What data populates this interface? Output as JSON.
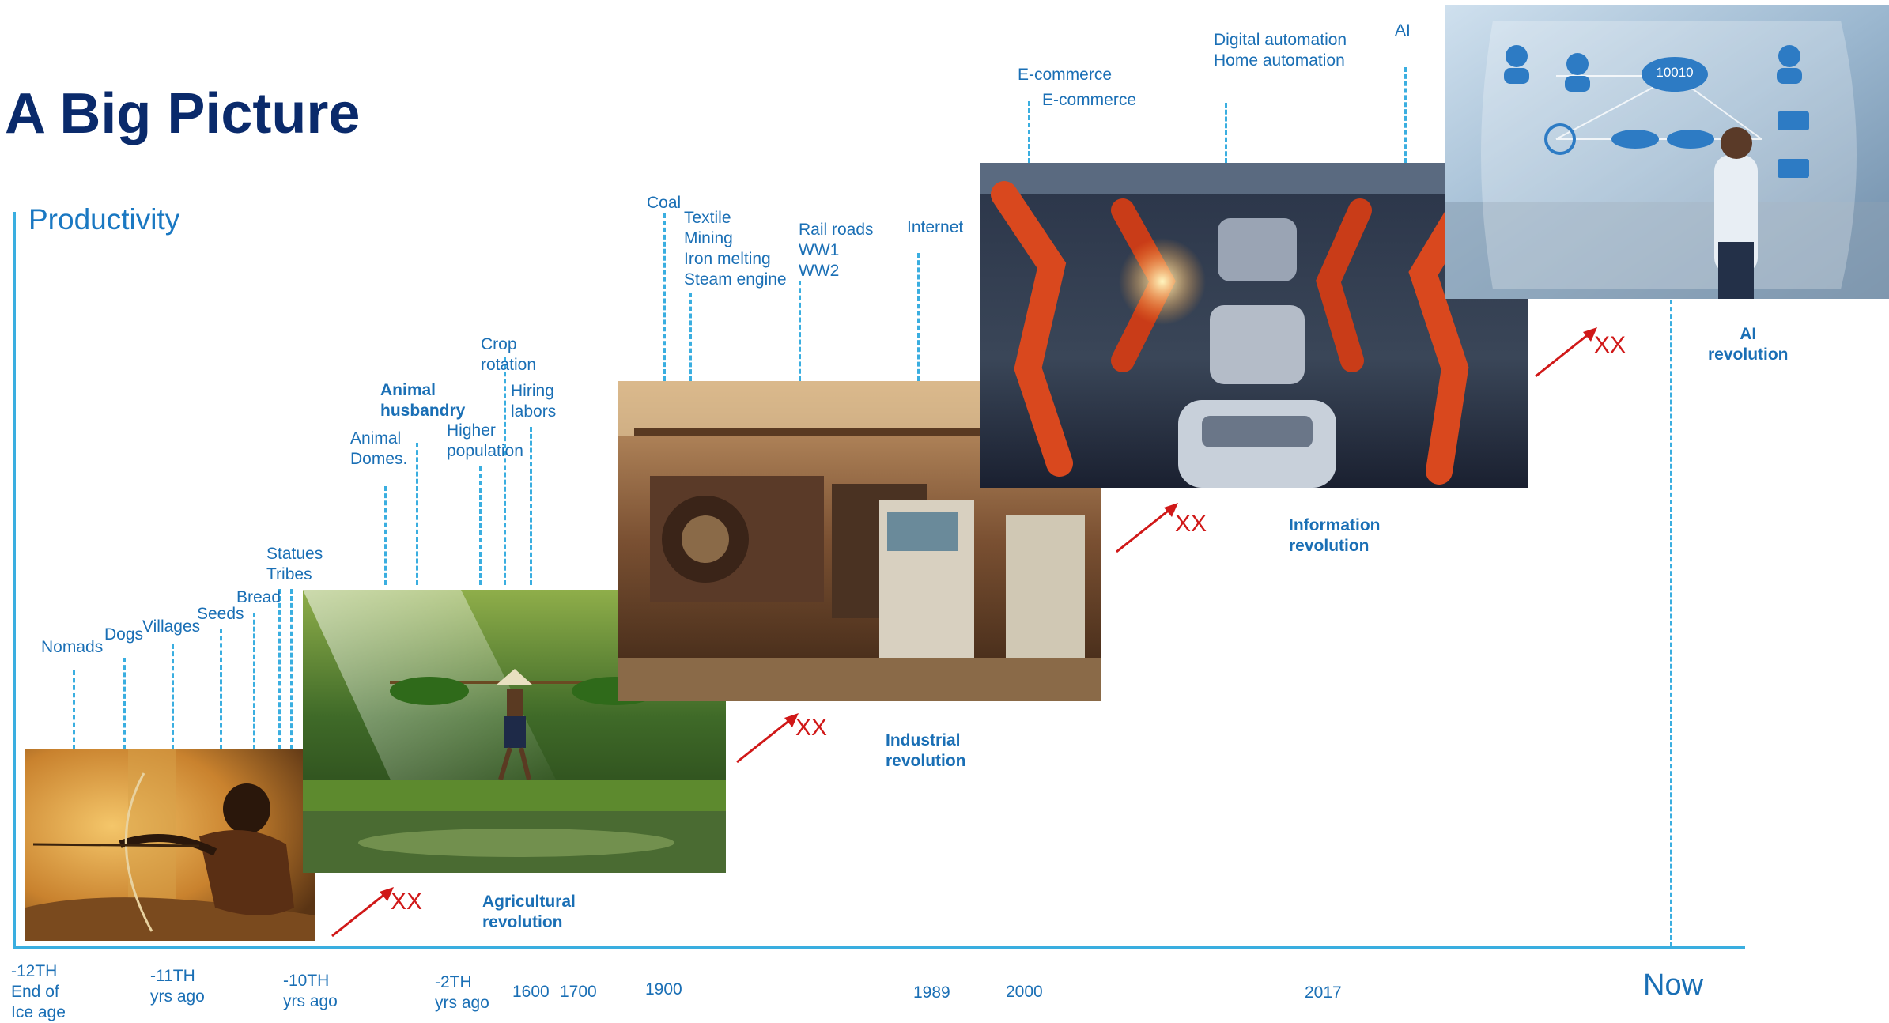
{
  "title": "A Big Picture",
  "y_axis_label": "Productivity",
  "event_labels": {
    "nomads": "Nomads",
    "dogs": "Dogs",
    "villages": "Villages",
    "seeds": "Seeds",
    "bread": "Bread",
    "statues": "Statues",
    "tribes": "Tribes",
    "animal_domes_1": "Animal",
    "animal_domes_2": "Domes.",
    "animal_husbandry_1": "Animal",
    "animal_husbandry_2": "husbandry",
    "higher_population_1": "Higher",
    "higher_population_2": "population",
    "crop_rotation_1": "Crop",
    "crop_rotation_2": "rotation",
    "hiring_labors_1": "Hiring",
    "hiring_labors_2": "labors",
    "coal": "Coal",
    "textile": "Textile",
    "mining": "Mining",
    "iron_melting": "Iron melting",
    "steam_engine": "Steam engine",
    "rail_roads": "Rail roads",
    "ww1": "WW1",
    "ww2": "WW2",
    "internet": "Internet",
    "ecommerce_1": "E-commerce",
    "ecommerce_2": "E-commerce",
    "digital_automation": "Digital automation",
    "home_automation": "Home automation",
    "ai": "AI"
  },
  "timeline": {
    "d1_a": "-12TH",
    "d1_b": "End of",
    "d1_c": "Ice age",
    "d2_a": "-11TH",
    "d2_b": "yrs ago",
    "d3_a": "-10TH",
    "d3_b": "yrs ago",
    "d4_a": "-2TH",
    "d4_b": "yrs ago",
    "d5": "1600",
    "d6": "1700",
    "d7": "1900",
    "d8": "1989",
    "d9": "2000",
    "d10": "2017",
    "now": "Now"
  },
  "revolutions": {
    "agri_1": "Agricultural",
    "agri_2": "revolution",
    "ind_1": "Industrial",
    "ind_2": "revolution",
    "info_1": "Information",
    "info_2": "revolution",
    "ai_1": "AI",
    "ai_2": "revolution"
  },
  "placeholder_marker": "XX",
  "photo_icon_text": "10010",
  "colors": {
    "title": "#0a2a6b",
    "label_blue": "#1a6fb5",
    "axis": "#3aaee0",
    "marker_red": "#d01818"
  }
}
